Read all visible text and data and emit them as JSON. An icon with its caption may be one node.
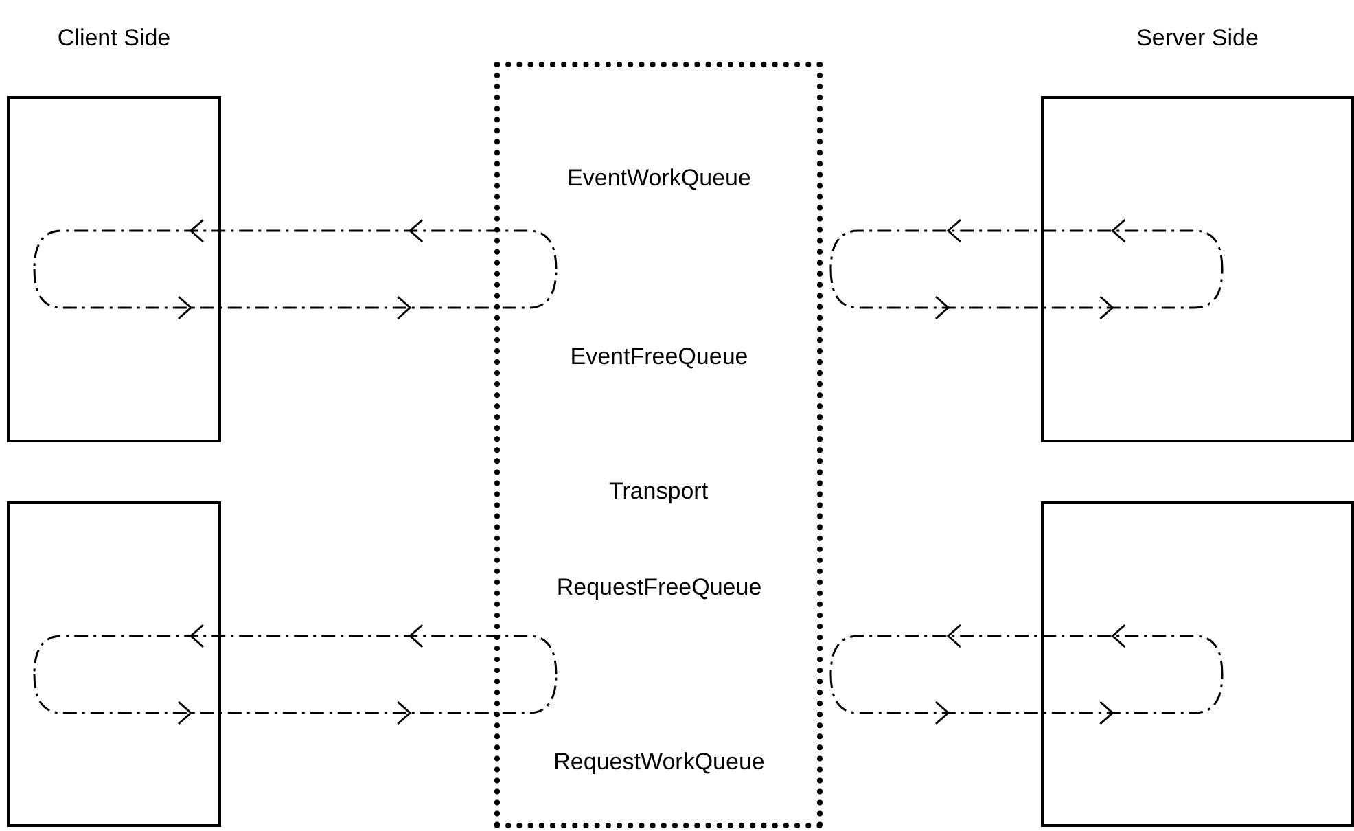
{
  "diagram": {
    "nodes": [
      {
        "text": [
          "Client Side"
        ]
      },
      {
        "text": [
          "Transport"
        ]
      },
      {
        "text": [
          "Server Side"
        ]
      },
      {
        "text": [],
        "shape": "box"
      },
      {
        "text": [],
        "shape": "box"
      }
    ],
    "edges": [
      {
        "from": 1,
        "to": 0,
        "arrow": "to",
        "style": "dashed"
      },
      {
        "from": 0,
        "to": 1,
        "arrow": "to",
        "style": "dashed"
      },
      {
        "from": 2,
        "to": 1,
        "arrow": "to",
        "style": "dashed"
      },
      {
        "from": 1,
        "to": 2,
        "arrow": "to",
        "style": "dashed"
      },
      {
        "from": 1,
        "to": 3,
        "arrow": "to",
        "style": "dashed"
      },
      {
        "from": 3,
        "to": 1,
        "arrow": "to",
        "style": "dashed"
      },
      {
        "from": 4,
        "to": 1,
        "arrow": "to",
        "style": "dashed"
      },
      {
        "from": 1,
        "to": 4,
        "arrow": "to",
        "style": "dashed"
      }
    ],
    "labels": [
      "EventWorkQueue",
      "EventFreeQueue",
      "RequestFreeQueue",
      "RequestWorkQueue"
    ]
  }
}
